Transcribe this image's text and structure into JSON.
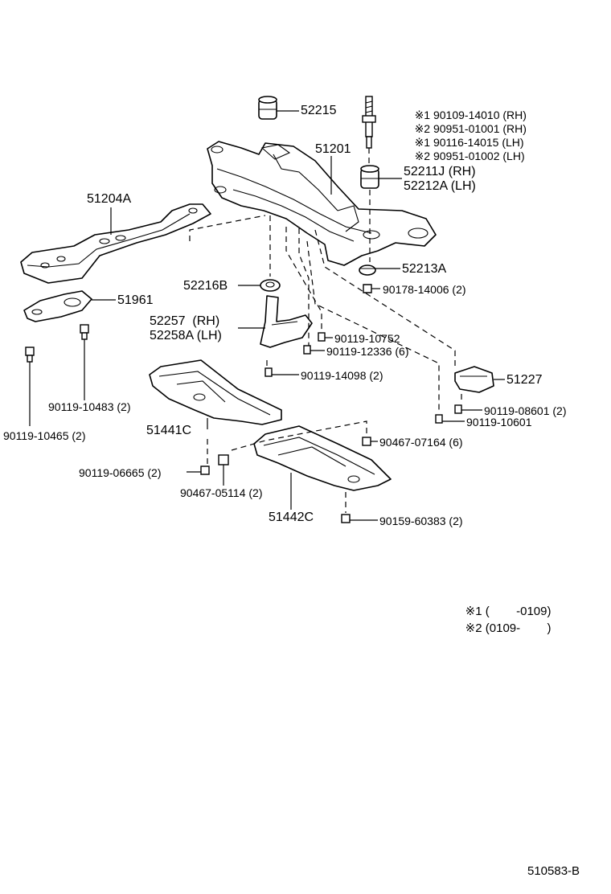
{
  "labels": {
    "p52215": "52215",
    "p51201": "51201",
    "p52211j": "52211J (RH)",
    "p52212a": "52212A (LH)",
    "p51204a": "51204A",
    "p52213a": "52213A",
    "p90178": "90178-14006 (2)",
    "p52216b": "52216B",
    "p51961": "51961",
    "p52257": "52257  (RH)",
    "p52258a": "52258A (LH)",
    "p90119_10752": "90119-10752",
    "p90119_12336": "90119-12336 (6)",
    "p90119_14098": "90119-14098 (2)",
    "p51227": "51227",
    "p90119_10483": "90119-10483 (2)",
    "p90119_08601": "90119-08601 (2)",
    "p90119_10601": "90119-10601",
    "p90119_10465": "90119-10465 (2)",
    "p51441c": "51441C",
    "p90467_07164": "90467-07164 (6)",
    "p90119_06665": "90119-06665 (2)",
    "p90467_05114": "90467-05114 (2)",
    "p51442c": "51442C",
    "p90159": "90159-60383 (2)"
  },
  "bolt_variants": [
    {
      "mark": "※1",
      "part": "90109-14010 (RH)"
    },
    {
      "mark": "※2",
      "part": "90951-01001 (RH)"
    },
    {
      "mark": "※1",
      "part": "90116-14015 (LH)"
    },
    {
      "mark": "※2",
      "part": "90951-01002 (LH)"
    }
  ],
  "date_notes": [
    {
      "mark": "※1",
      "range": "(        -0109)"
    },
    {
      "mark": "※2",
      "range": "(0109-        )"
    }
  ],
  "figure_code": "510583-B"
}
